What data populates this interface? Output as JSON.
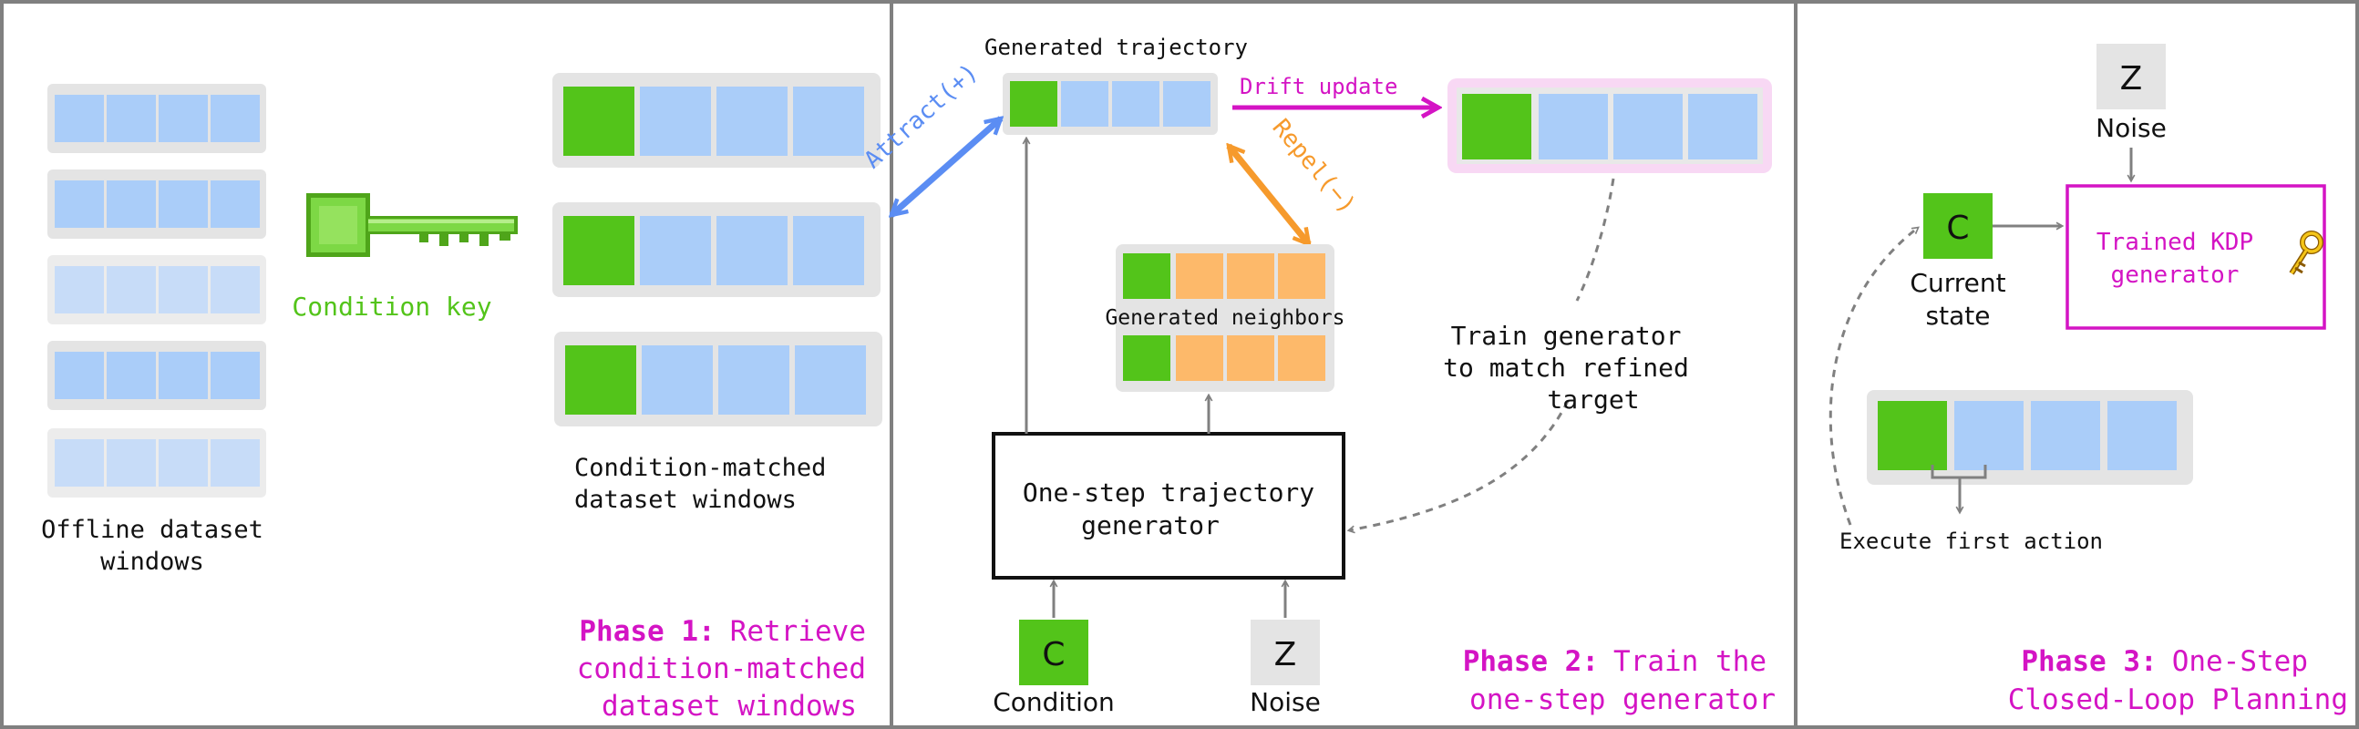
{
  "colors": {
    "green": "#53c41a",
    "blue": "#aacdf9",
    "blue_light": "#c7dcf8",
    "orange": "#fdb96a",
    "gray_tray": "#e4e4e4",
    "magenta": "#d414c4",
    "attract_blue": "#5b8df3",
    "repel_orange": "#f69a2c",
    "key_green": "#7dd845",
    "frame": "#808080"
  },
  "phase1": {
    "offline_label_1": "Offline dataset",
    "offline_label_2": "windows",
    "key_label": "Condition key",
    "matched_label_1": "Condition-matched",
    "matched_label_2": "dataset windows",
    "title_bold": "Phase 1:",
    "title_1": "Retrieve",
    "title_2": "condition-matched",
    "title_3": "dataset windows"
  },
  "phase2": {
    "generated_trajectory": "Generated trajectory",
    "drift_update": "Drift update",
    "attract": "Attract(+)",
    "repel": "Repel(−)",
    "generated_neighbors": "Generated neighbors",
    "train_1": "Train generator",
    "train_2": "to match refined",
    "train_3": "target",
    "generator_1": "One-step trajectory",
    "generator_2": "generator",
    "c_letter": "C",
    "z_letter": "Z",
    "condition": "Condition",
    "noise": "Noise",
    "title_bold": "Phase 2:",
    "title_1": "Train the",
    "title_2": "one-step generator"
  },
  "phase3": {
    "z_letter": "Z",
    "noise": "Noise",
    "c_letter": "C",
    "current_1": "Current",
    "current_2": "state",
    "trained_1": "Trained KDP",
    "trained_2": "generator",
    "execute": "Execute first action",
    "title_bold": "Phase 3:",
    "title_1": "One-Step",
    "title_2": "Closed-Loop Planning"
  }
}
